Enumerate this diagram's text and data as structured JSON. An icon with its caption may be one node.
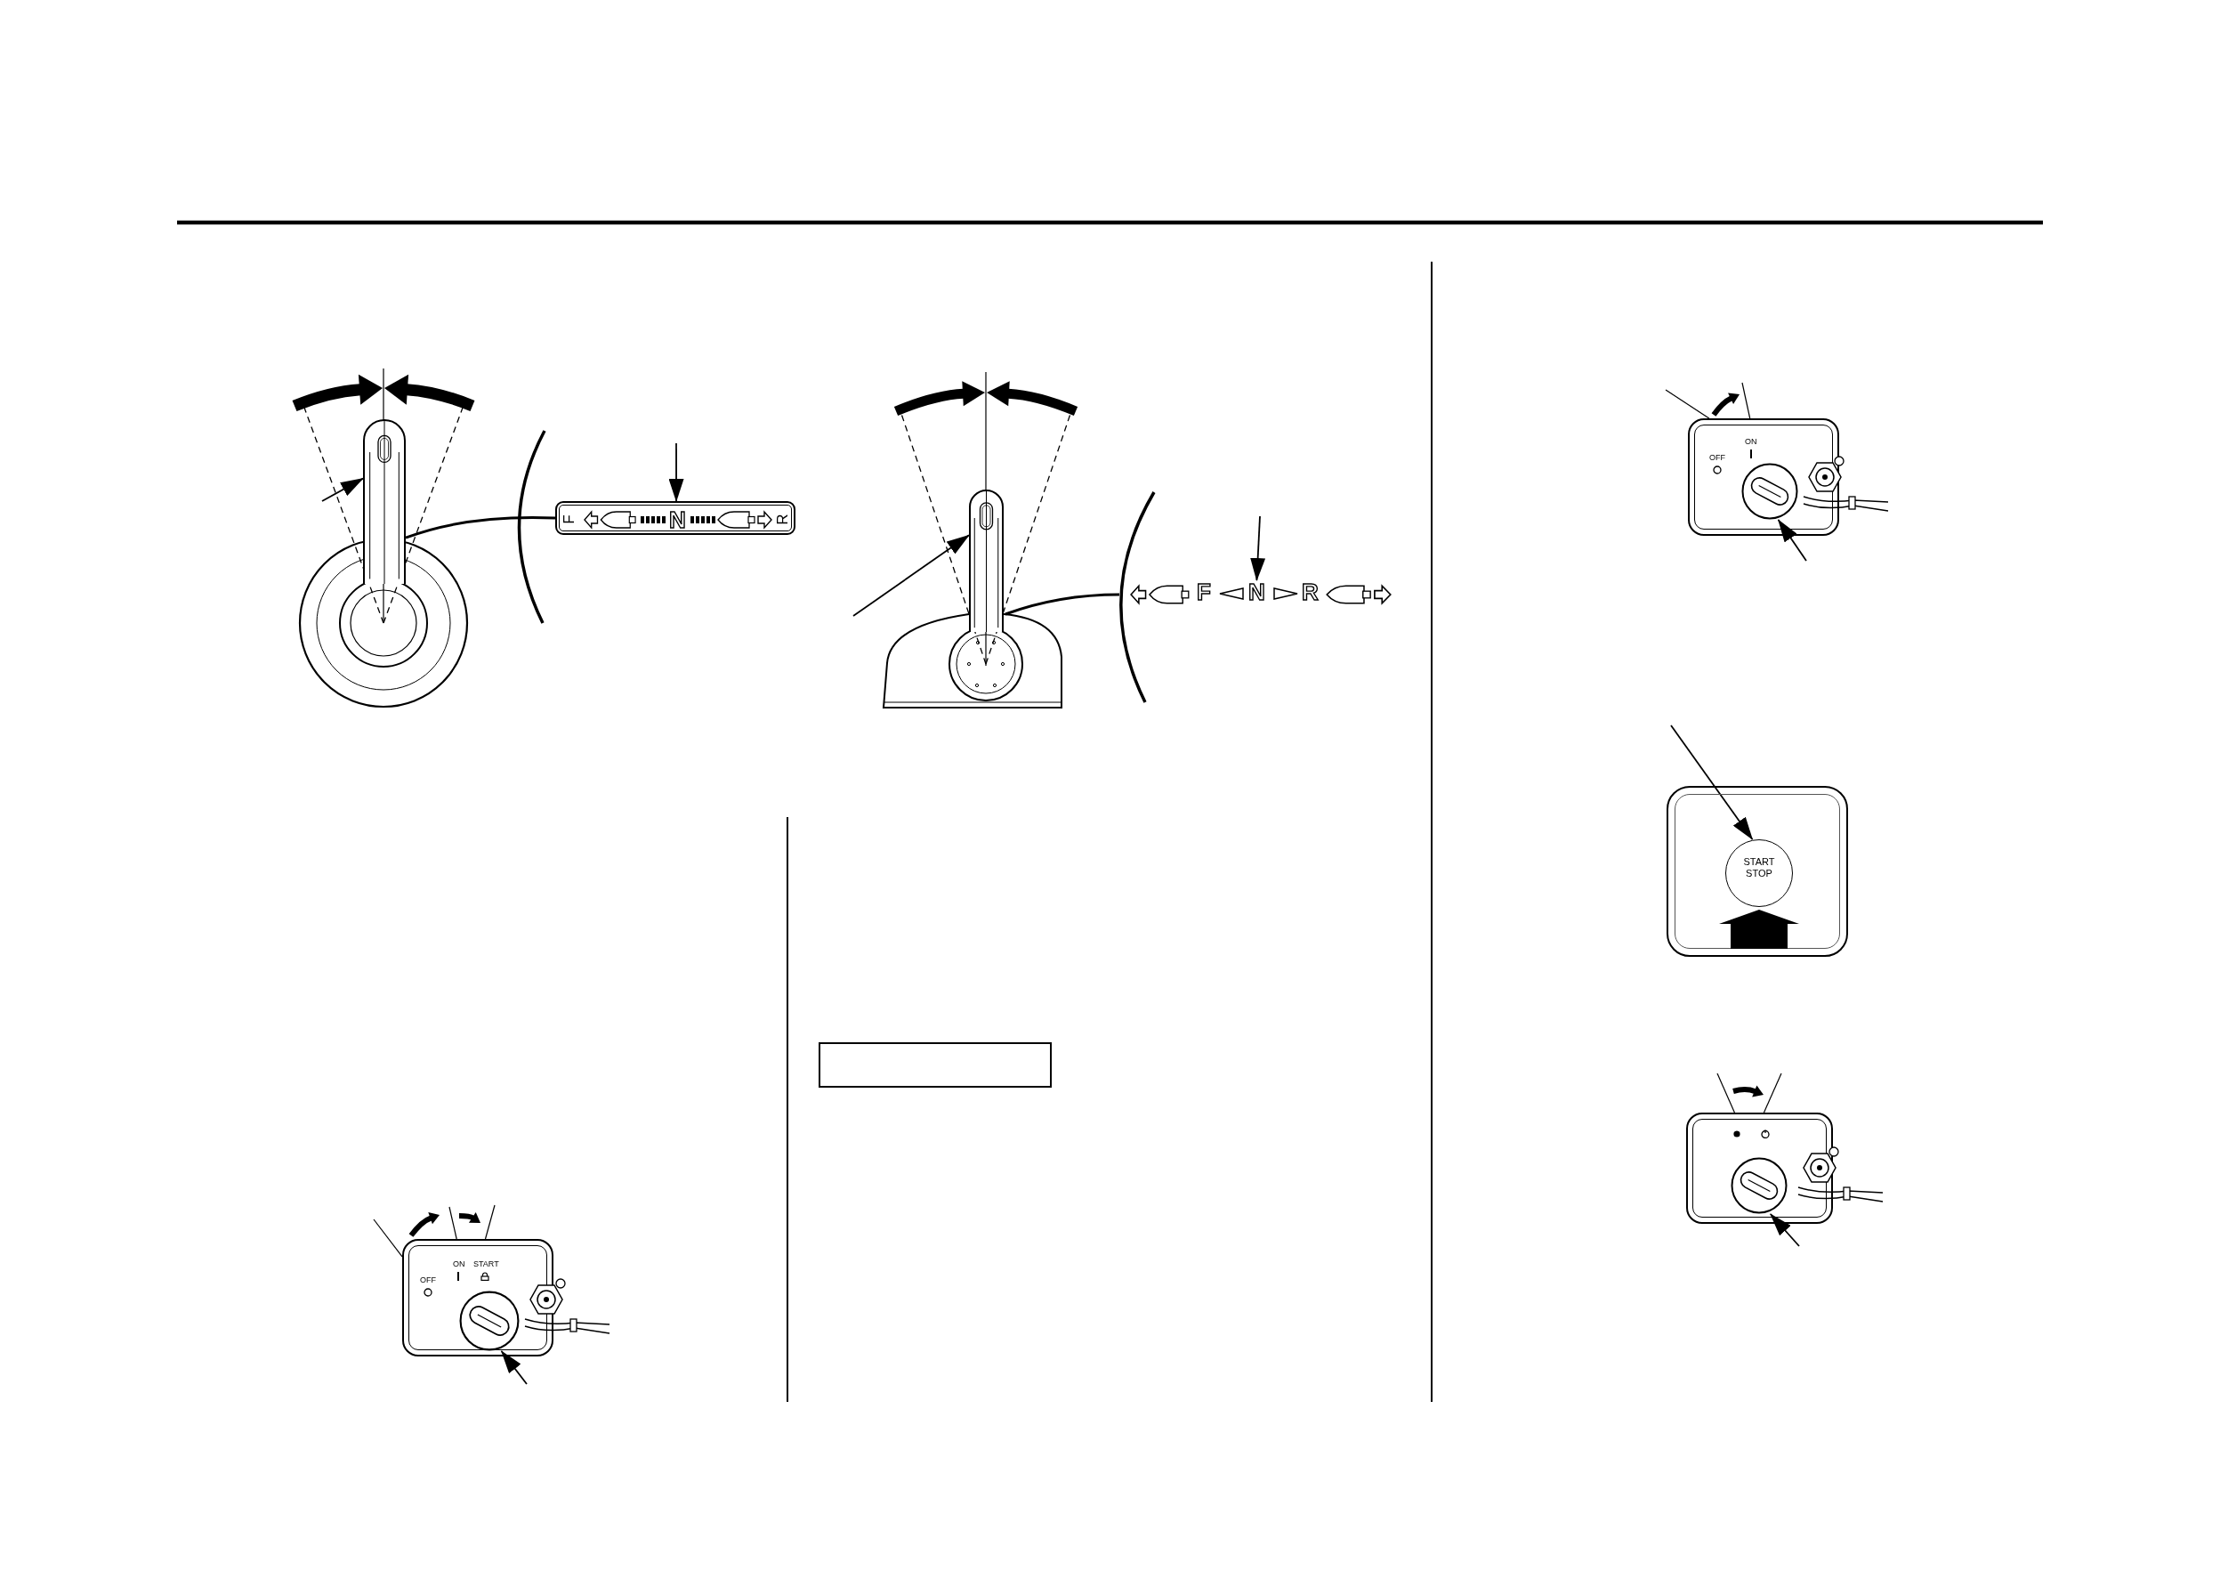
{
  "diagram": {
    "nodes": [
      {
        "text": [],
        "shape": "picture"
      },
      {
        "text": [
          "F",
          "N",
          "R"
        ]
      },
      {
        "text": [],
        "shape": "picture"
      },
      {
        "text": [
          "N"
        ]
      },
      {
        "text": [
          "OFF",
          "ON"
        ]
      },
      {
        "text": [],
        "shape": "picture",
        "in": 4
      },
      {
        "text": [],
        "shape": "box"
      },
      {
        "text": [
          "START STOP"
        ],
        "in": 6
      },
      {
        "text": [],
        "shape": "box"
      },
      {
        "text": [],
        "shape": "picture"
      },
      {
        "text": [],
        "shape": "picture",
        "in": 9
      },
      {
        "text": [
          "OFF",
          "ON",
          "START"
        ]
      },
      {
        "text": [],
        "shape": "picture",
        "in": 11
      }
    ],
    "edges": [
      {
        "from": null,
        "to": 0,
        "arrow": "to"
      },
      {
        "from": null,
        "to": 1,
        "arrow": "to"
      },
      {
        "from": null,
        "to": 2,
        "arrow": "to"
      },
      {
        "from": null,
        "to": 3,
        "arrow": "to"
      },
      {
        "from": null,
        "to": 4,
        "arrow": "none"
      },
      {
        "from": null,
        "to": 4,
        "arrow": "none"
      },
      {
        "from": null,
        "to": 5,
        "arrow": "to"
      },
      {
        "from": null,
        "to": 7,
        "arrow": "to"
      },
      {
        "from": null,
        "to": 9,
        "arrow": "none"
      },
      {
        "from": null,
        "to": 9,
        "arrow": "none"
      },
      {
        "from": null,
        "to": 10,
        "arrow": "to"
      },
      {
        "from": null,
        "to": 11,
        "arrow": "none"
      },
      {
        "from": null,
        "to": 11,
        "arrow": "none"
      },
      {
        "from": null,
        "to": 11,
        "arrow": "none"
      },
      {
        "from": null,
        "to": 12,
        "arrow": "to"
      },
      {
        "from": 0,
        "to": 1,
        "arrow": "none"
      }
    ],
    "labels": [
      "F",
      "R"
    ]
  }
}
